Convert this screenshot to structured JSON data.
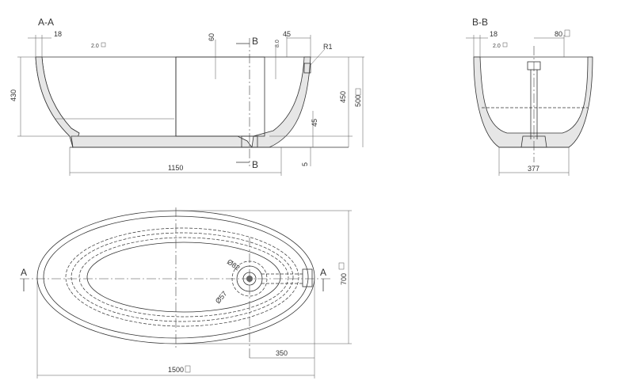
{
  "section_aa": {
    "title": "A-A",
    "dim_wall_top": "18",
    "draft_angle": "2.0",
    "dim_60": "60",
    "dim_45_top": "45",
    "dim_8": "8.0",
    "radius": "R1",
    "dim_430": "430",
    "dim_450": "450",
    "dim_500": "500",
    "dim_45_side": "45",
    "dim_5": "5",
    "dim_1150": "1150",
    "cut_label_top": "B",
    "cut_label_bottom": "B"
  },
  "section_bb": {
    "title": "B-B",
    "dim_wall_top": "18",
    "draft_angle": "2.0",
    "dim_80": "80",
    "dim_377": "377"
  },
  "plan_view": {
    "cut_label_left": "A",
    "cut_label_right": "A",
    "dim_d82": "Ø82",
    "dim_d57": "Ø57",
    "dim_350": "350",
    "dim_1500": "1500",
    "dim_700": "700"
  }
}
